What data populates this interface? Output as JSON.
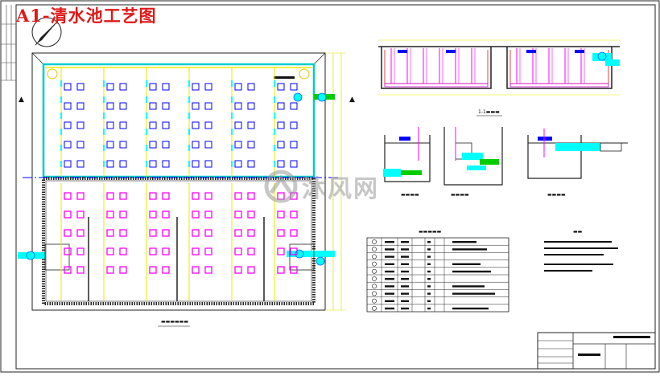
{
  "drawing": {
    "title": "A1-清水池工艺图",
    "watermark_text": "沐风网",
    "watermark_icon": "mufeng-logo-icon"
  },
  "colors": {
    "border": "#222222",
    "grid_yellow": "#e8e800",
    "pink": "#ff00ff",
    "cyan": "#00ffff",
    "blue": "#0000ff",
    "green": "#00cc00",
    "red": "#e01818"
  },
  "plan": {
    "columns": 6,
    "upper_rows": 5,
    "lower_rows": 5
  },
  "material_table": {
    "rows": 10
  }
}
